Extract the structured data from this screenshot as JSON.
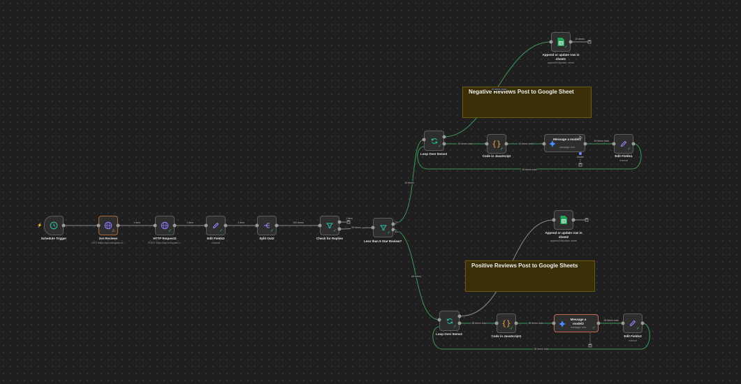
{
  "colors": {
    "canvas": "#1f1f1f",
    "node_bg": "#2e2e2e",
    "node_border": "#5d5d5d",
    "wire": "#8a8a8a",
    "wire_active": "#3a9a5a",
    "success": "#3fbd6b",
    "trigger_accent": "#e0553a",
    "sticky_bg": "#3a2f07",
    "sticky_border": "#6b5a14"
  },
  "sticky_notes": {
    "negative": {
      "title": "Negative Reviews Post to Google Sheet"
    },
    "positive": {
      "title": "Positive Reviews Post to Google Sheets"
    }
  },
  "nodes": {
    "schedule_trigger": {
      "label": "Schedule Trigger",
      "subtitle": "",
      "icon": "clock-icon"
    },
    "get_reviews": {
      "label": "Get Reviews",
      "subtitle": "GET: https://api.everyplat.co...",
      "icon": "globe-icon"
    },
    "http_request1": {
      "label": "HTTP Request1",
      "subtitle": "POST: https://api.everyplat.c...",
      "icon": "globe-icon"
    },
    "edit_fields2": {
      "label": "Edit Fields2",
      "subtitle": "manual",
      "icon": "pencil-icon"
    },
    "split_out2": {
      "label": "Split Out2",
      "subtitle": "",
      "icon": "split-icon"
    },
    "check_for_replies": {
      "label": "Check for Replies",
      "subtitle": "",
      "icon": "filter-icon"
    },
    "less_than_5_star": {
      "label": "Less than 5 Star Review?",
      "subtitle": "",
      "icon": "branch-icon"
    },
    "loop_over_items3": {
      "label": "Loop Over Items3",
      "subtitle": "",
      "icon": "loop-icon"
    },
    "code_in_javascript": {
      "label": "Code in JavaScript",
      "subtitle": "",
      "icon": "braces-icon"
    },
    "message_a_model1": {
      "label": "Message a model1",
      "subtitle": "message: text",
      "icon": "gemini-icon"
    },
    "edit_fields1": {
      "label": "Edit Fields1",
      "subtitle": "manual",
      "icon": "pencil-icon"
    },
    "append_row_sheet1": {
      "label": "Append or update row in sheet1",
      "subtitle": "appendOrUpdate: sheet",
      "icon": "sheets-icon"
    },
    "loop_over_items2": {
      "label": "Loop Over Items2",
      "subtitle": "",
      "icon": "loop-icon"
    },
    "code_in_javascript1": {
      "label": "Code in JavaScript1",
      "subtitle": "",
      "icon": "braces-icon"
    },
    "message_a_model2": {
      "label": "Message a model2",
      "subtitle": "message: text",
      "icon": "gemini-icon"
    },
    "edit_fields3": {
      "label": "Edit Fields3",
      "subtitle": "manual",
      "icon": "pencil-icon"
    },
    "append_row_sheet2": {
      "label": "Append or update row in sheet2",
      "subtitle": "appendOrUpdate: sheet",
      "icon": "sheets-icon"
    }
  },
  "edges": {
    "e_get_http": "1 item",
    "e_http_edit": "1 item",
    "e_edit_split": "1 item",
    "e_split_check": "100 items",
    "e_check_true": "1 item",
    "e_check_false": "99 items",
    "e_true_label": "true",
    "e_false_label": "false",
    "e_branch_neg": "15 items",
    "e_branch_pos": "84 items",
    "e_loop3_code": "15 items total",
    "e_code_msg1": "15 items total",
    "e_msg1_edit1": "15 items total",
    "e_loop3_return": "15 items total",
    "e_loop3_done": "15 items total",
    "e_append1_out": "15 items",
    "e_loop2_code1": "28 items total",
    "e_code1_msg2": "28 items total",
    "e_msg2_edit3": "28 items total",
    "e_loop2_return": "28 items total",
    "e_model_port": "Model"
  }
}
